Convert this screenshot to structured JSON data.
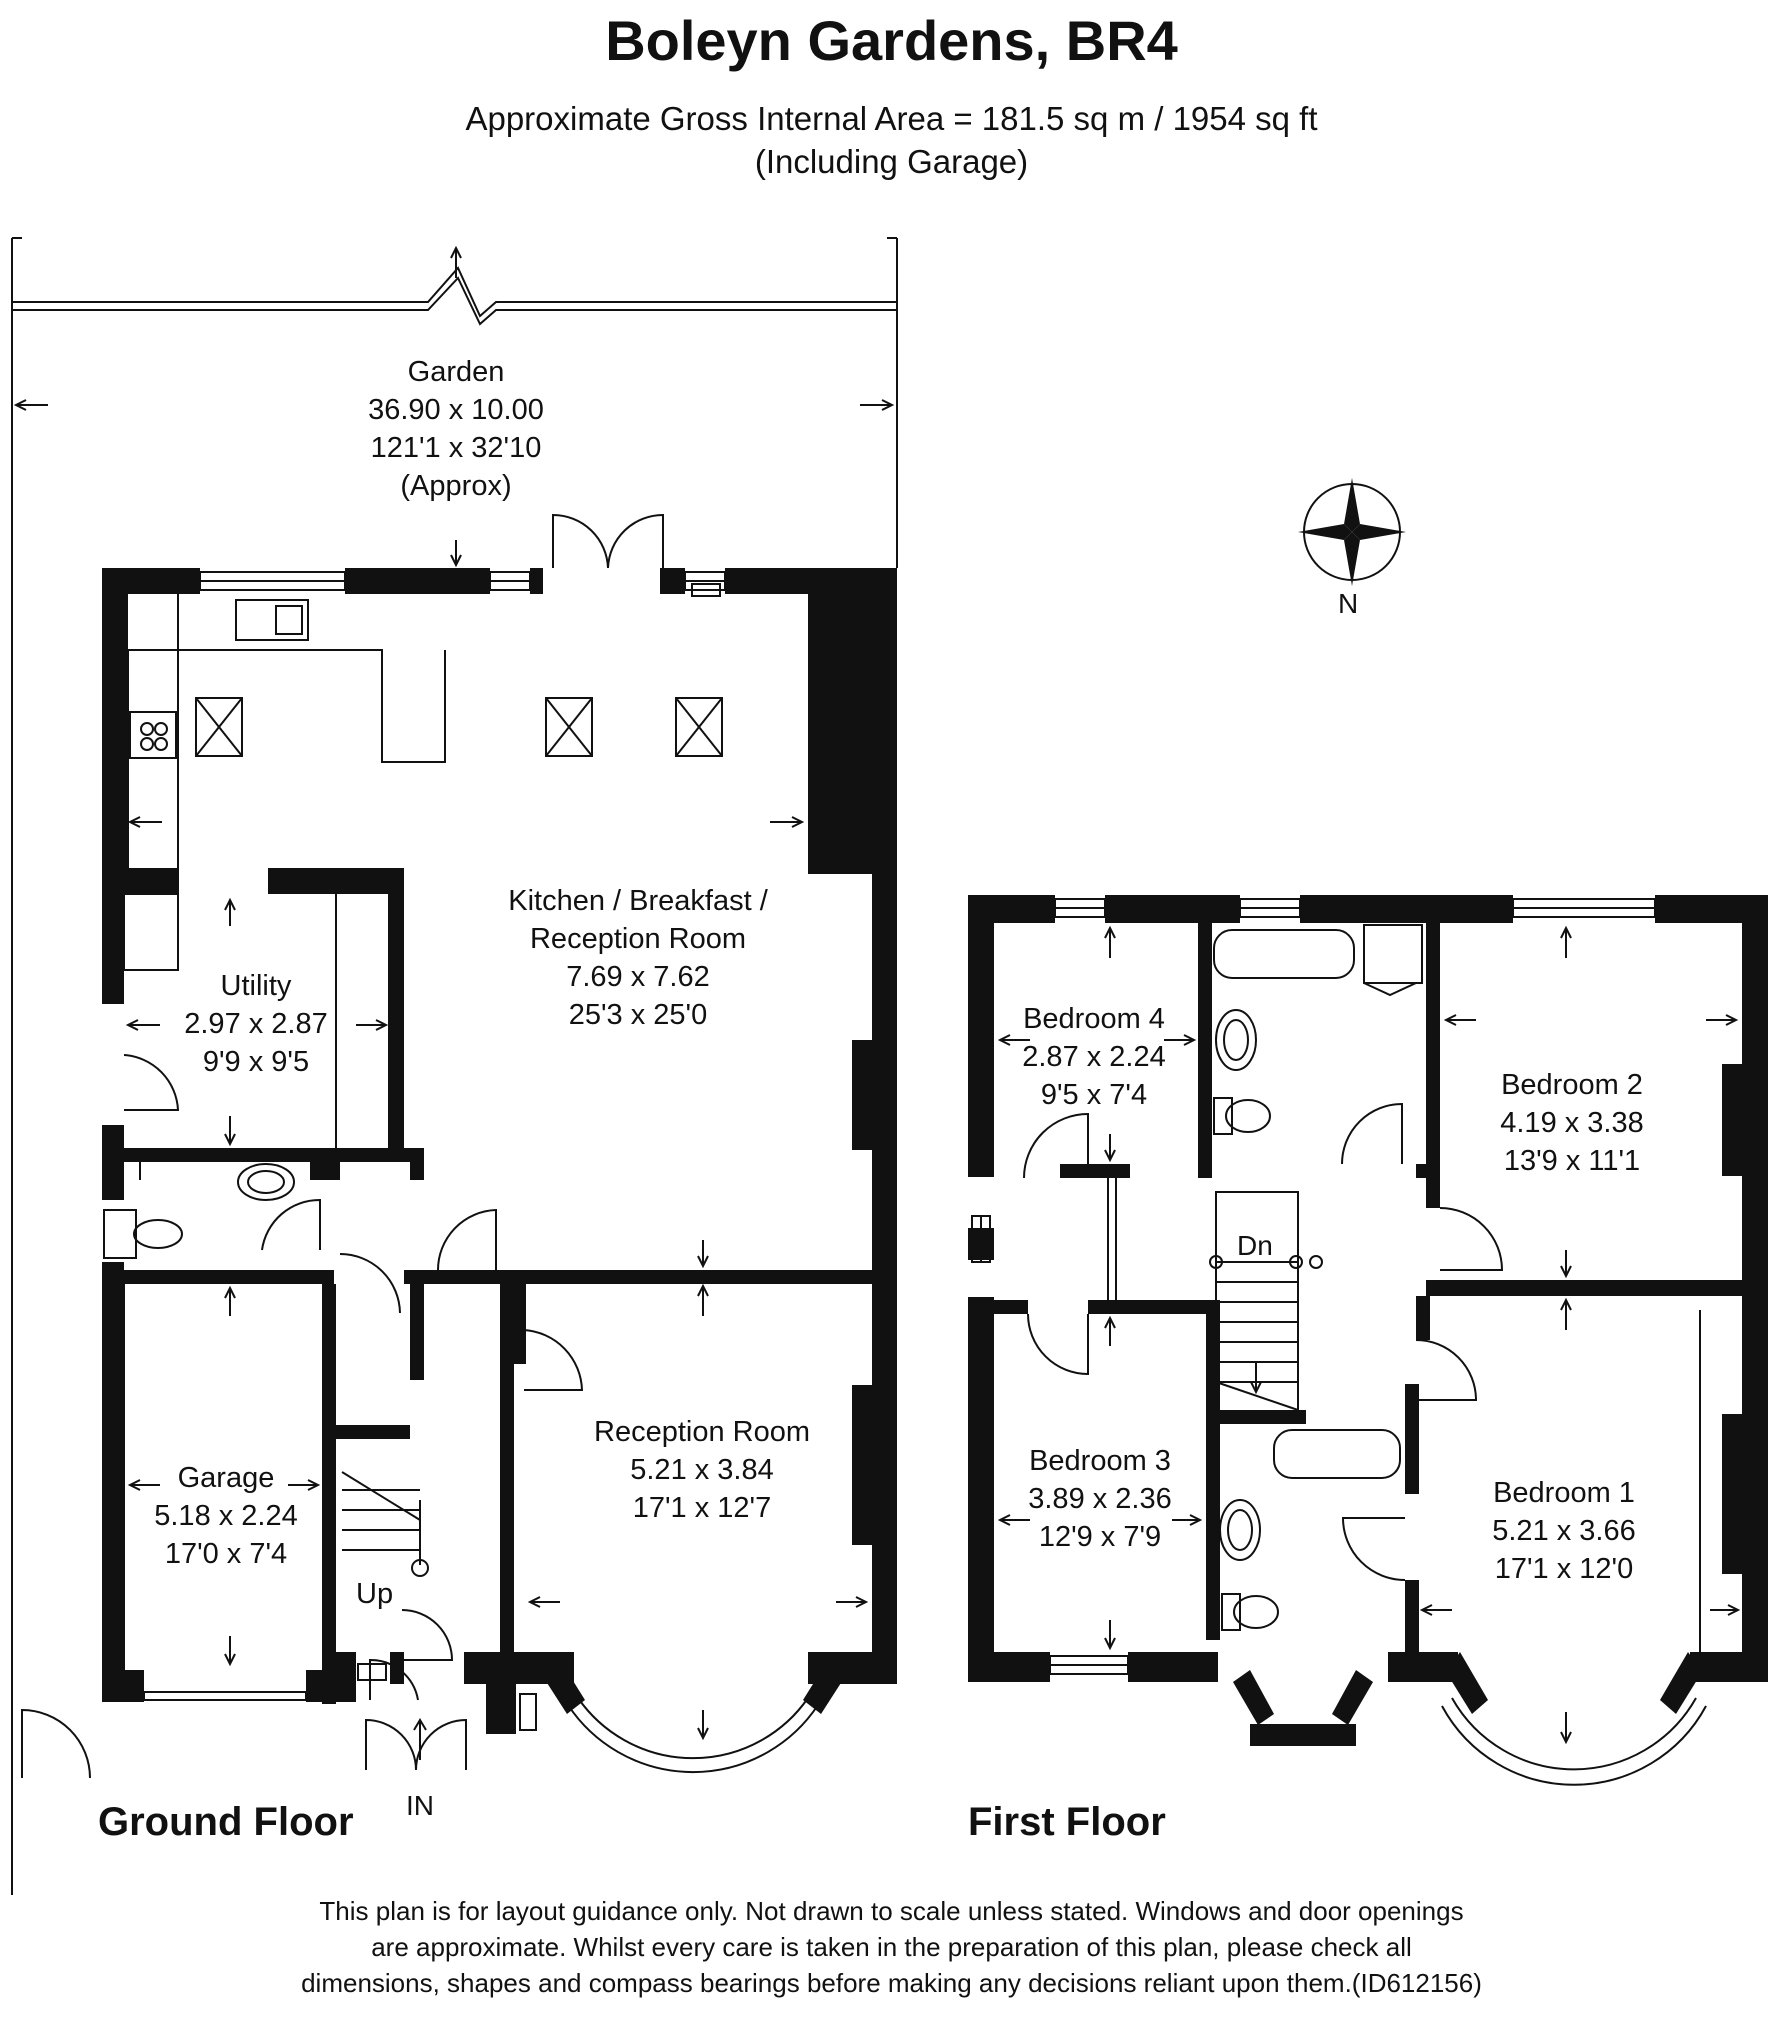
{
  "title": "Boleyn Gardens, BR4",
  "area_line1": "Approximate Gross Internal Area = 181.5 sq m / 1954 sq ft",
  "area_line2": "(Including Garage)",
  "compass_label": "N",
  "ground_floor": {
    "label": "Ground Floor",
    "garden": {
      "name": "Garden",
      "metric": "36.90 x 10.00",
      "imperial": "121'1 x 32'10",
      "note": "(Approx)"
    },
    "kitchen": {
      "name1": "Kitchen / Breakfast /",
      "name2": "Reception Room",
      "metric": "7.69 x 7.62",
      "imperial": "25'3 x 25'0"
    },
    "utility": {
      "name": "Utility",
      "metric": "2.97 x 2.87",
      "imperial": "9'9 x 9'5"
    },
    "reception": {
      "name": "Reception Room",
      "metric": "5.21 x 3.84",
      "imperial": "17'1 x 12'7"
    },
    "garage": {
      "name": "Garage",
      "metric": "5.18 x 2.24",
      "imperial": "17'0 x 7'4"
    },
    "stairs_label": "Up",
    "entrance_label": "IN"
  },
  "first_floor": {
    "label": "First Floor",
    "bedroom4": {
      "name": "Bedroom 4",
      "metric": "2.87 x 2.24",
      "imperial": "9'5 x 7'4"
    },
    "bedroom2": {
      "name": "Bedroom 2",
      "metric": "4.19 x 3.38",
      "imperial": "13'9 x 11'1"
    },
    "bedroom3": {
      "name": "Bedroom 3",
      "metric": "3.89 x 2.36",
      "imperial": "12'9 x 7'9"
    },
    "bedroom1": {
      "name": "Bedroom 1",
      "metric": "5.21 x 3.66",
      "imperial": "17'1 x 12'0"
    },
    "stairs_label": "Dn"
  },
  "disclaimer": {
    "line1": "This plan is for layout guidance only. Not drawn to scale unless stated. Windows and door openings",
    "line2": "are approximate. Whilst every care is taken in the preparation of this plan, please check all",
    "line3": "dimensions, shapes and compass bearings before making any decisions reliant upon them.(ID612156)"
  }
}
